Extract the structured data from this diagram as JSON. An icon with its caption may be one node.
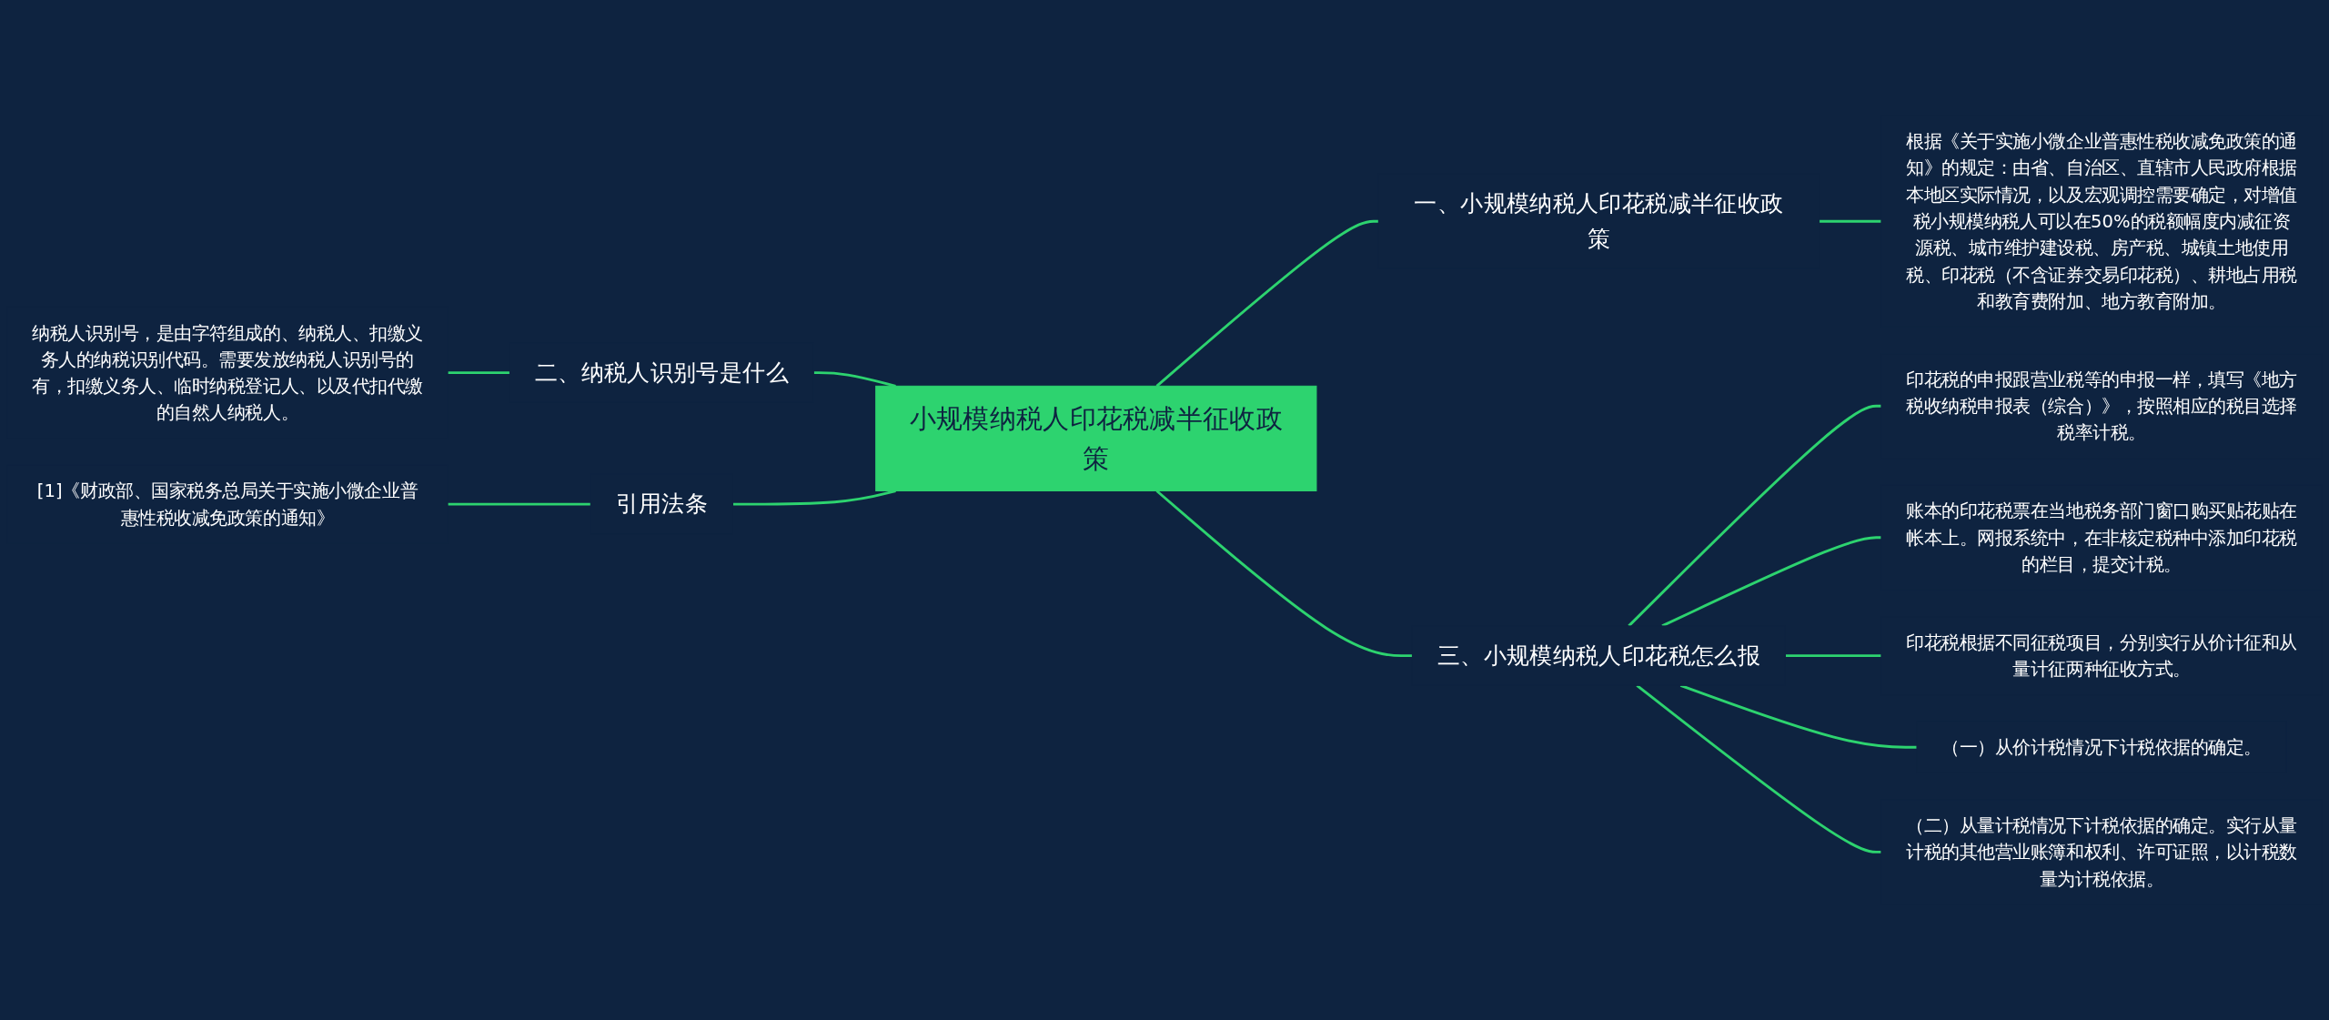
{
  "diagram": {
    "nodes": [
      {
        "text": [
          "小规模纳税人印花税减半征收政策"
        ]
      },
      {
        "text": [
          "一、小规模纳税人印花税减半征收政策"
        ]
      },
      {
        "text": [
          "根据《关于实施小微企业普惠性税收减免政策的通知》的规定：由省、自治区、直辖市人民政府根据本地区实际情况，以及宏观调控需要确定，对增值税小规模纳税人可以在50%的税额幅度内减征资源税、城市维护建设税、房产税、城镇土地使用税、印花税（不含证券交易印花税）、耕地占用税和教育费附加、地方教育附加。"
        ]
      },
      {
        "text": [
          "三、小规模纳税人印花税怎么报"
        ]
      },
      {
        "text": [
          "印花税的申报跟营业税等的申报一样，填写《地方税收纳税申报表（综合）》，按照相应的税目选择税率计税。"
        ]
      },
      {
        "text": [
          "账本的印花税票在当地税务部门窗口购买贴花贴在帐本上。网报系统中，在非核定税种中添加印花税的栏目，提交计税。"
        ]
      },
      {
        "text": [
          "印花税根据不同征税项目，分别实行从价计征和从量计征两种征收方式。"
        ]
      },
      {
        "text": [
          "（一）从价计税情况下计税依据的确定。"
        ]
      },
      {
        "text": [
          "（二）从量计税情况下计税依据的确定。实行从量计税的其他营业账簿和权利、许可证照，以计税数量为计税依据。"
        ]
      },
      {
        "text": [
          "二、纳税人识别号是什么"
        ]
      },
      {
        "text": [
          "纳税人识别号，是由字符组成的、纳税人、扣缴义务人的纳税识别代码。需要发放纳税人识别号的有，扣缴义务人、临时纳税登记人、以及代扣代缴的自然人纳税人。"
        ]
      },
      {
        "text": [
          "引用法条"
        ]
      },
      {
        "text": [
          "[1]《财政部、国家税务总局关于实施小微企业普惠性税收减免政策的通知》"
        ]
      }
    ],
    "edges": [
      {
        "from": 0,
        "to": 1,
        "arrow": "none"
      },
      {
        "from": 1,
        "to": 2,
        "arrow": "none"
      },
      {
        "from": 0,
        "to": 3,
        "arrow": "none"
      },
      {
        "from": 3,
        "to": 4,
        "arrow": "none"
      },
      {
        "from": 3,
        "to": 5,
        "arrow": "none"
      },
      {
        "from": 3,
        "to": 6,
        "arrow": "none"
      },
      {
        "from": 3,
        "to": 7,
        "arrow": "none"
      },
      {
        "from": 3,
        "to": 8,
        "arrow": "none"
      },
      {
        "from": 0,
        "to": 9,
        "arrow": "none"
      },
      {
        "from": 9,
        "to": 10,
        "arrow": "none"
      },
      {
        "from": 0,
        "to": 11,
        "arrow": "none"
      },
      {
        "from": 11,
        "to": 12,
        "arrow": "none"
      }
    ]
  }
}
